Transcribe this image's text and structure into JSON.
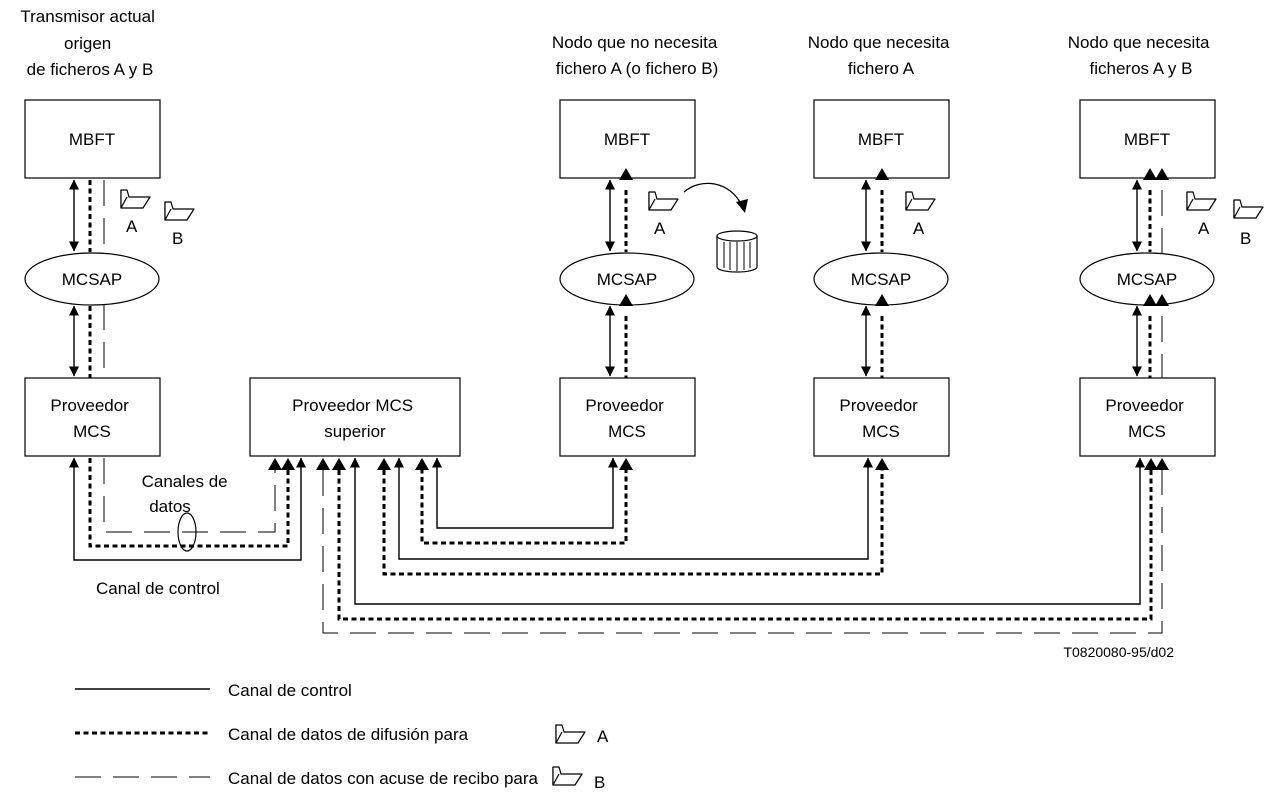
{
  "header_labels": {
    "source_node": [
      "Transmisor actual",
      "origen",
      "de ficheros A y B"
    ],
    "node_no_need": [
      "Nodo que no necesita",
      "fichero A (o fichero B)"
    ],
    "node_need_a": [
      "Nodo que necesita",
      "fichero A"
    ],
    "node_need_ab": [
      "Nodo que necesita",
      "ficheros A y B"
    ]
  },
  "box_labels": {
    "mbft": "MBFT",
    "mcsap": "MCSAP",
    "provider": [
      "Proveedor",
      "MCS"
    ],
    "top_provider": [
      "Proveedor MCS",
      "superior"
    ]
  },
  "file_labels": {
    "a": "A",
    "b": "B"
  },
  "annotations": {
    "data_channels": [
      "Canales de",
      "datos"
    ],
    "control_channel": "Canal de control"
  },
  "figure_code": "T0820080-95/d02",
  "legend": {
    "control": "Canal de control",
    "broadcast": "Canal de datos de difusión para",
    "broadcast_file": "A",
    "ack": "Canal de datos con acuse de recibo para",
    "ack_file": "B"
  }
}
